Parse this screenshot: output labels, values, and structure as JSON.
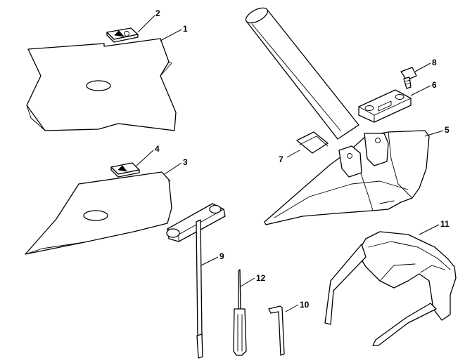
{
  "colors": {
    "line": "#000000",
    "background": "#ffffff"
  },
  "parts": [
    {
      "id": "1",
      "label": "1"
    },
    {
      "id": "2",
      "label": "2"
    },
    {
      "id": "3",
      "label": "3"
    },
    {
      "id": "4",
      "label": "4"
    },
    {
      "id": "5",
      "label": "5"
    },
    {
      "id": "6",
      "label": "6"
    },
    {
      "id": "7",
      "label": "7"
    },
    {
      "id": "8",
      "label": "8"
    },
    {
      "id": "9",
      "label": "9"
    },
    {
      "id": "10",
      "label": "10"
    },
    {
      "id": "11",
      "label": "11"
    },
    {
      "id": "12",
      "label": "12"
    }
  ]
}
